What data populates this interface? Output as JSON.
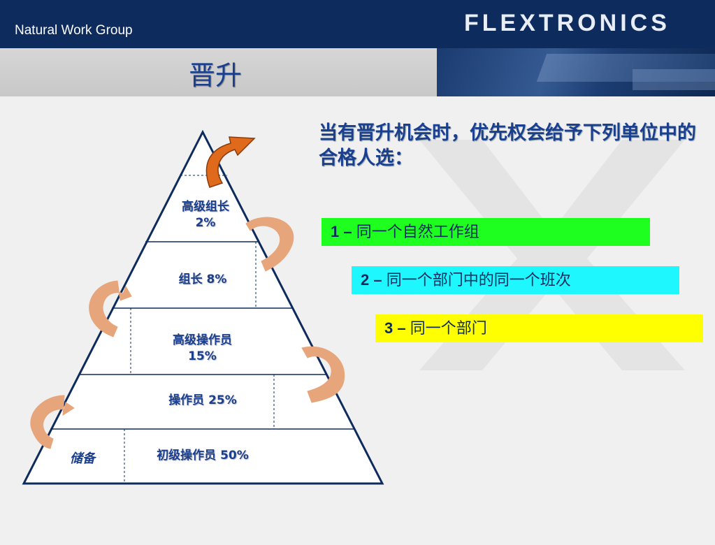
{
  "header": {
    "group_name": "Natural Work Group",
    "logo_text": "FLEXTRONICS",
    "title": "晋升"
  },
  "intro_text": "当有晋升机会时，优先权会给予下列单位中的合格人选：",
  "options": [
    {
      "num": "1",
      "sep": " – ",
      "text": "同一个自然工作组",
      "color": "#1fff1f"
    },
    {
      "num": "2",
      "sep": " – ",
      "text": "同一个部门中的同一个班次",
      "color": "#1ff7ff"
    },
    {
      "num": "3",
      "sep": " – ",
      "text": "同一个部门",
      "color": "#ffff00"
    }
  ],
  "pyramid": {
    "levels": [
      {
        "line1": "高级组长",
        "line2": "2%"
      },
      {
        "line1": "组长 8%",
        "line2": ""
      },
      {
        "line1": "高级操作员",
        "line2": "15%"
      },
      {
        "line1": "操作员 25%",
        "line2": ""
      },
      {
        "line1": "初级操作员 50%",
        "line2": ""
      }
    ],
    "reserve_label": "储备"
  },
  "icons": {
    "promotion_arrow": "curved-arrow-icon",
    "rotation_arrows": "circular-arrow-icon"
  },
  "colors": {
    "header_bg": "#0d2b5c",
    "text_blue": "#1b3f8f",
    "arrow_orange": "#e06a1c",
    "arrow_peach": "#e6a57a"
  }
}
